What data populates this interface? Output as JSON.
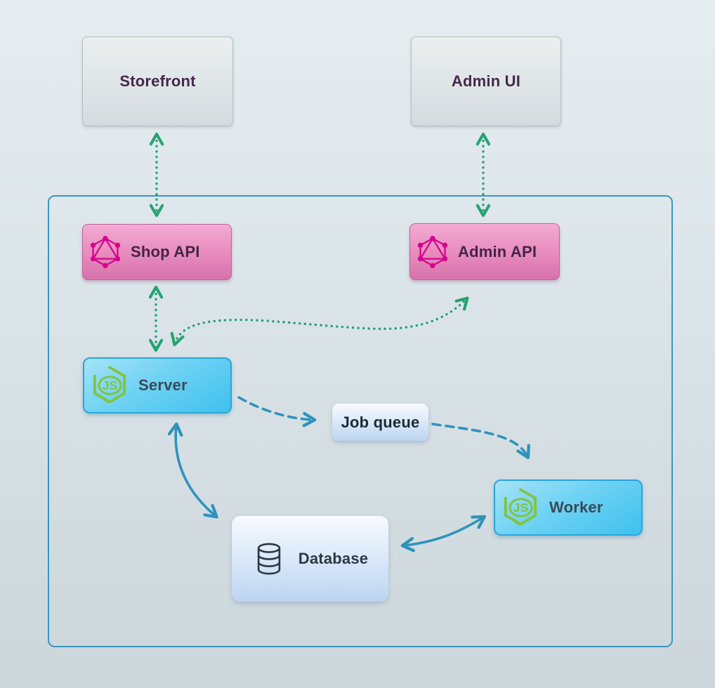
{
  "diagram": {
    "nodes": {
      "storefront": {
        "label": "Storefront"
      },
      "admin_ui": {
        "label": "Admin UI"
      },
      "shop_api": {
        "label": "Shop API",
        "icon": "graphql-icon"
      },
      "admin_api": {
        "label": "Admin API",
        "icon": "graphql-icon"
      },
      "server": {
        "label": "Server",
        "icon": "nodejs-icon",
        "icon_glyph": "JS"
      },
      "job_queue": {
        "label": "Job queue"
      },
      "worker": {
        "label": "Worker",
        "icon": "nodejs-icon",
        "icon_glyph": "JS"
      },
      "database": {
        "label": "Database",
        "icon": "database-icon"
      }
    },
    "edges": [
      {
        "from": "storefront",
        "to": "shop_api",
        "style": "dotted",
        "direction": "both",
        "color": "#25a172"
      },
      {
        "from": "admin_ui",
        "to": "admin_api",
        "style": "dotted",
        "direction": "both",
        "color": "#25a172"
      },
      {
        "from": "shop_api",
        "to": "server",
        "style": "dotted",
        "direction": "both",
        "color": "#25a172"
      },
      {
        "from": "server",
        "to": "admin_api",
        "style": "dotted",
        "direction": "both",
        "color": "#25a172"
      },
      {
        "from": "server",
        "to": "job_queue",
        "style": "dashed",
        "direction": "forward",
        "color": "#2f93bb"
      },
      {
        "from": "job_queue",
        "to": "worker",
        "style": "dashed",
        "direction": "forward",
        "color": "#2f93bb"
      },
      {
        "from": "server",
        "to": "database",
        "style": "solid",
        "direction": "both",
        "color": "#2f93bb"
      },
      {
        "from": "database",
        "to": "worker",
        "style": "solid",
        "direction": "both",
        "color": "#2f93bb"
      }
    ],
    "colors": {
      "background_top": "#e6edf1",
      "background_bottom": "#ccd7db",
      "boundary_border": "#3a96be",
      "client_box_border": "#b6bec1",
      "api_box_top": "#f3abd3",
      "api_box_bottom": "#d772ac",
      "node_box_top": "#a5e3f7",
      "node_box_bottom": "#3fc1ef",
      "data_box_top": "#f7fafd",
      "data_box_bottom": "#bcd4f2",
      "arrow_green": "#25a172",
      "arrow_blue": "#2f93bb",
      "graphql_pink": "#d4058e",
      "nodejs_green": "#82c341",
      "client_label": "#45284b",
      "node_label": "#3a4a57"
    }
  }
}
